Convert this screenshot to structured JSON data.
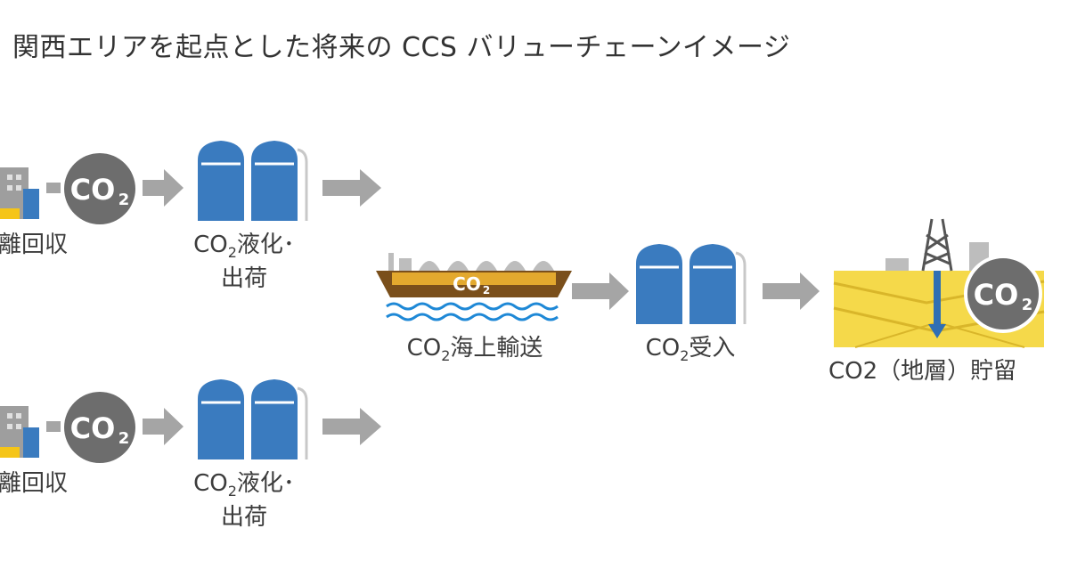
{
  "title": "関西エリアを起点とした将来の CCS バリューチェーンイメージ",
  "co2_badge": {
    "text": "CO",
    "subscript": "2"
  },
  "rows": [
    {
      "capture_label_partial": "離回収",
      "liquefaction": {
        "prefix": "CO",
        "sub": "2",
        "line1_suffix": "液化･",
        "line2": "出荷"
      }
    },
    {
      "capture_label_partial": "離回収",
      "liquefaction": {
        "prefix": "CO",
        "sub": "2",
        "line1_suffix": "液化･",
        "line2": "出荷"
      }
    }
  ],
  "shipping": {
    "prefix": "CO",
    "sub": "2",
    "suffix": "海上輸送",
    "hull_text": "CO",
    "hull_sub": "2"
  },
  "receiving": {
    "prefix": "CO",
    "sub": "2",
    "suffix": "受入"
  },
  "storage": {
    "label": "CO2（地層）貯留"
  },
  "colors": {
    "tank_blue": "#3a7bbf",
    "badge_gray": "#6d6d6d",
    "arrow_gray": "#a5a5a5",
    "hull_brown": "#7a4f1b",
    "strata_yellow": "#f5d94a",
    "water_blue": "#1e88d6",
    "facility_gray": "#bdbdbd"
  }
}
